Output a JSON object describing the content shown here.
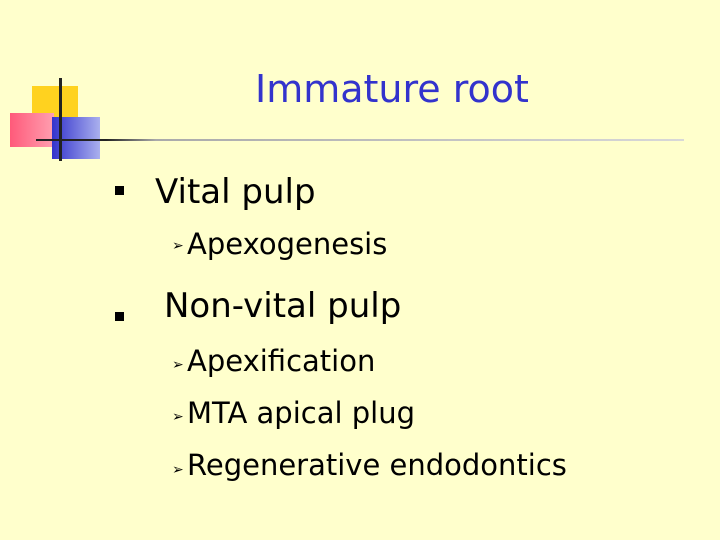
{
  "slide": {
    "title": "Immature root",
    "bullets": [
      {
        "text": "Vital pulp",
        "subitems": [
          "Apexogenesis"
        ]
      },
      {
        "text": "Non-vital pulp",
        "subitems": [
          "Apexification",
          "MTA apical plug",
          "Regenerative endodontics"
        ]
      }
    ]
  },
  "colors": {
    "background": "#ffffcc",
    "title": "#3333cc",
    "body_text": "#000000"
  },
  "icons": {
    "level1_bullet": "square-bullet-icon",
    "level2_bullet": "arrow-bullet-icon"
  }
}
